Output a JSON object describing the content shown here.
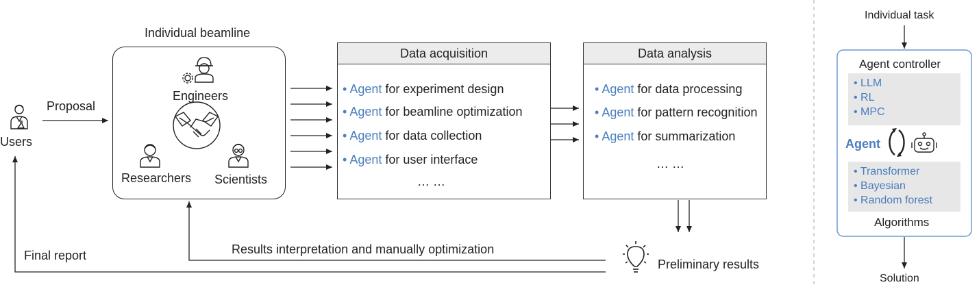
{
  "users": {
    "label": "Users"
  },
  "proposal_label": "Proposal",
  "beamline": {
    "title": "Individual beamline",
    "engineers": "Engineers",
    "researchers": "Researchers",
    "scientists": "Scientists"
  },
  "acquisition": {
    "title": "Data acquisition",
    "items": [
      {
        "bullet": "•",
        "agent": "Agent",
        "rest": " for experiment design"
      },
      {
        "bullet": "•",
        "agent": "Agent",
        "rest": " for beamline optimization"
      },
      {
        "bullet": "•",
        "agent": "Agent",
        "rest": " for data collection"
      },
      {
        "bullet": "•",
        "agent": "Agent",
        "rest": " for user interface"
      }
    ],
    "ellipsis": "… …"
  },
  "analysis": {
    "title": "Data analysis",
    "items": [
      {
        "bullet": "•",
        "agent": "Agent",
        "rest": " for data processing"
      },
      {
        "bullet": "•",
        "agent": "Agent",
        "rest": " for pattern recognition"
      },
      {
        "bullet": "•",
        "agent": "Agent",
        "rest": " for summarization"
      }
    ],
    "ellipsis": "… …"
  },
  "preliminary_results": "Preliminary results",
  "results_interpretation": "Results interpretation and manually optimization",
  "final_report": "Final report",
  "right_panel": {
    "individual_task": "Individual task",
    "controller_title": "Agent controller",
    "controller_items": [
      "• LLM",
      "• RL",
      "• MPC"
    ],
    "agent_label": "Agent",
    "algorithm_items": [
      "• Transformer",
      "• Bayesian",
      "• Random forest"
    ],
    "algorithms_title": "Algorithms",
    "solution": "Solution"
  },
  "colors": {
    "accent_blue": "#4a7ebf",
    "header_gray": "#ececec",
    "list_gray": "#e7e7e7",
    "frame_blue": "#6a9ad0"
  }
}
